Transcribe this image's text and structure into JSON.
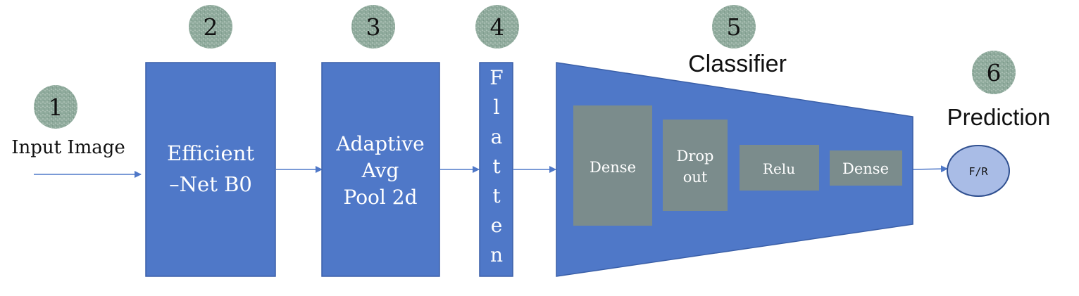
{
  "colors": {
    "block_fill": "#4f78c8",
    "block_stroke": "#3a5fa8",
    "inner_fill": "#7b8c8c",
    "badge_fill": "#8faa9c",
    "badge_speckle": "#c7d6cd",
    "prediction_fill": "#a9bce6",
    "prediction_stroke": "#2f4f8f",
    "arrow": "#4f78c8",
    "text_dark": "#111111",
    "text_light": "#ffffff"
  },
  "badges": [
    "1",
    "2",
    "3",
    "4",
    "5",
    "6"
  ],
  "labels": {
    "input": "Input Image",
    "classifier": "Classifier",
    "prediction": "Prediction"
  },
  "blocks": {
    "efficientnet": [
      "Efficient",
      "–Net B0"
    ],
    "pool": [
      "Adaptive",
      "Avg",
      "Pool 2d"
    ],
    "flatten": [
      "F",
      "l",
      "a",
      "t",
      "t",
      "e",
      "n"
    ]
  },
  "classifier_layers": {
    "dense1": [
      "Dense"
    ],
    "dropout": [
      "Drop",
      "out"
    ],
    "relu": [
      "Relu"
    ],
    "dense2": [
      "Dense"
    ]
  },
  "output": "F/R"
}
